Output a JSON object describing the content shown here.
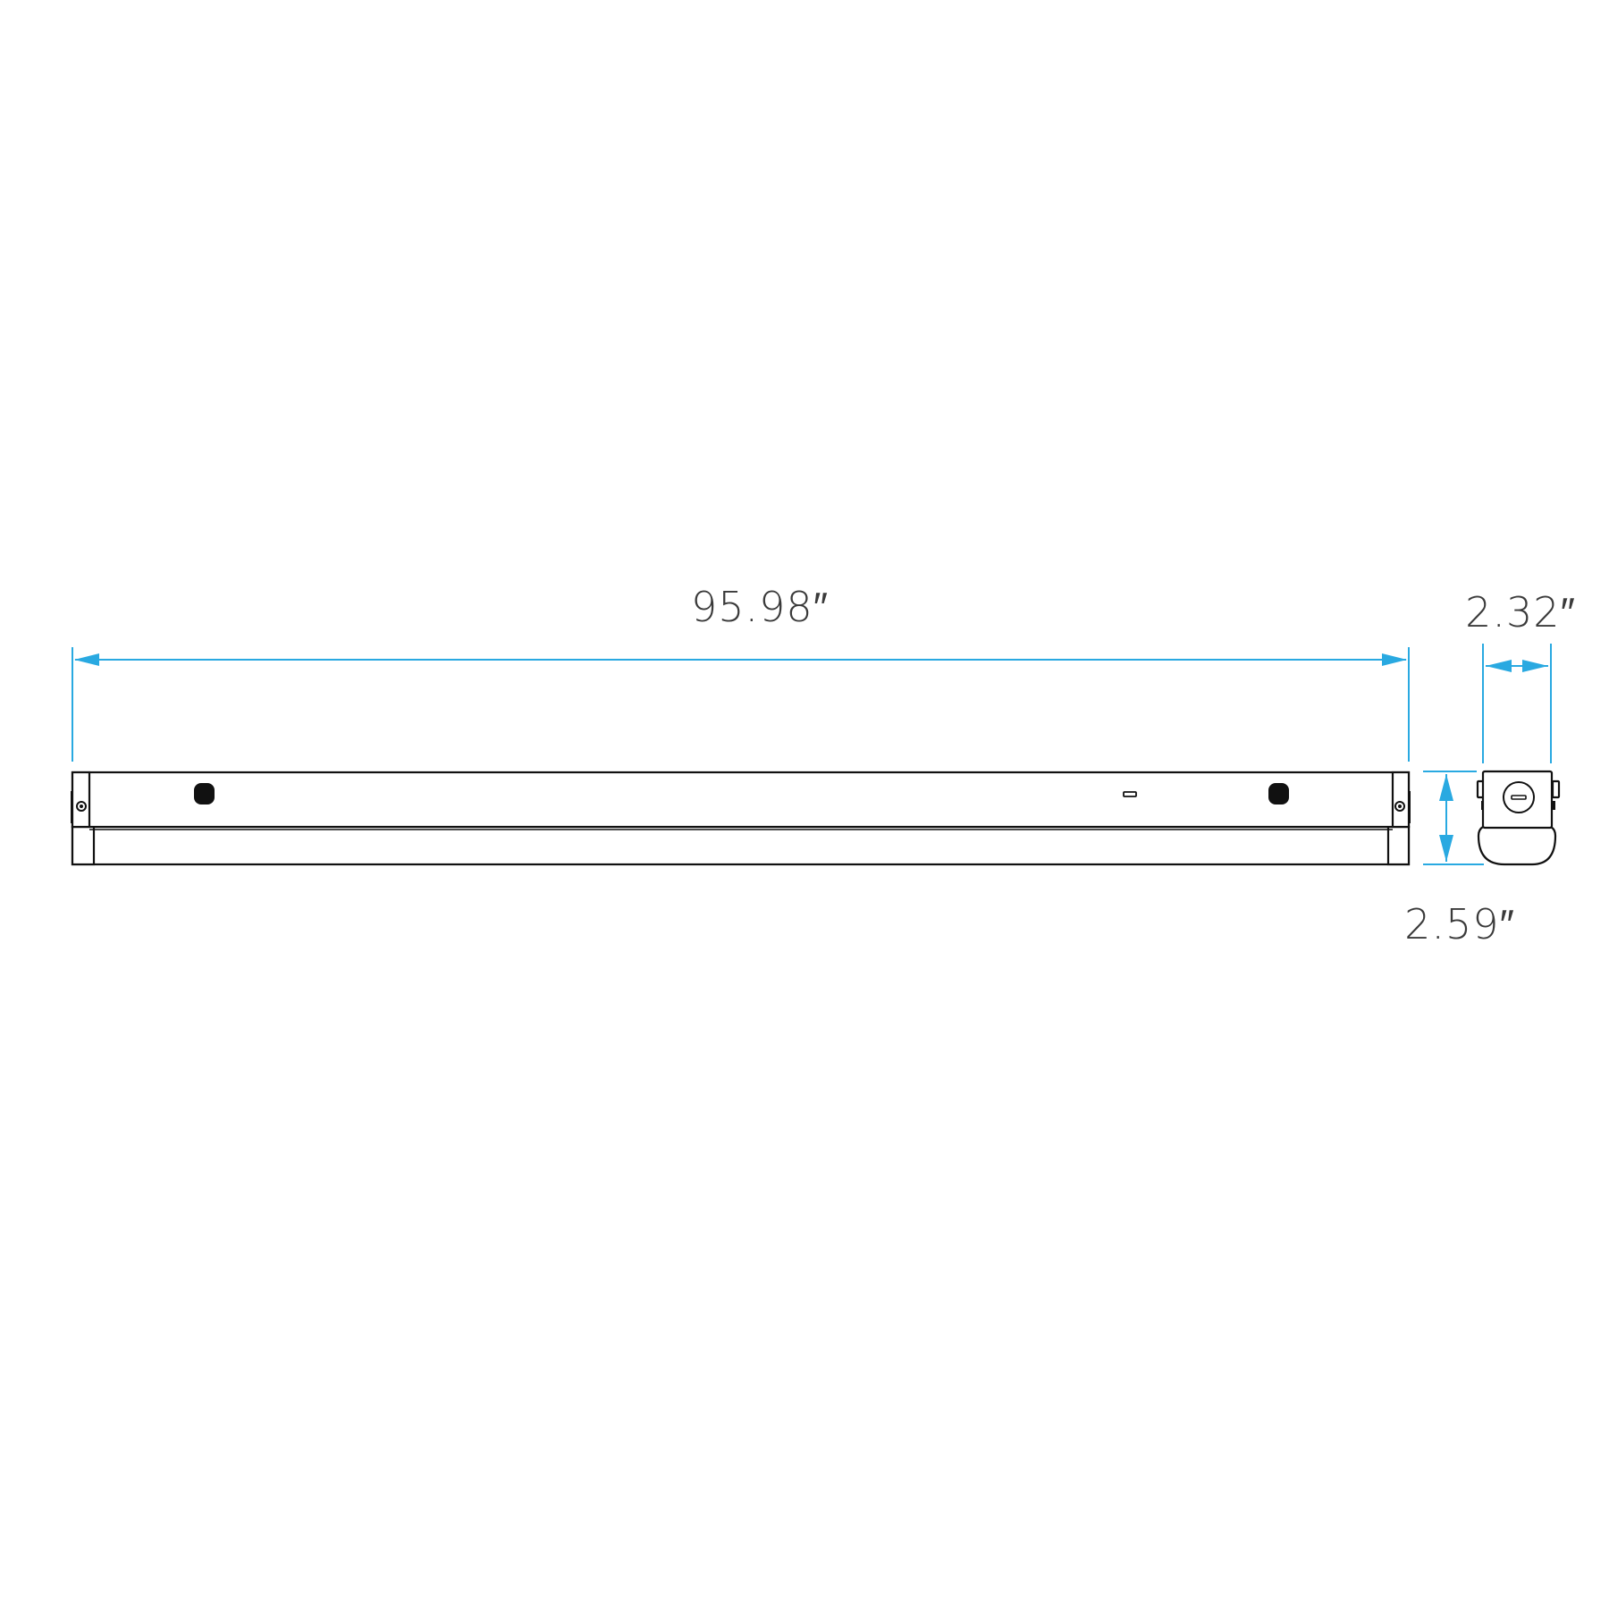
{
  "dimensions": {
    "length": "95.98″",
    "width": "2.32″",
    "height": "2.59″"
  },
  "colors": {
    "dimension_line": "#29a9e1",
    "outline": "#111111",
    "label_text": "#3a3a3a"
  }
}
